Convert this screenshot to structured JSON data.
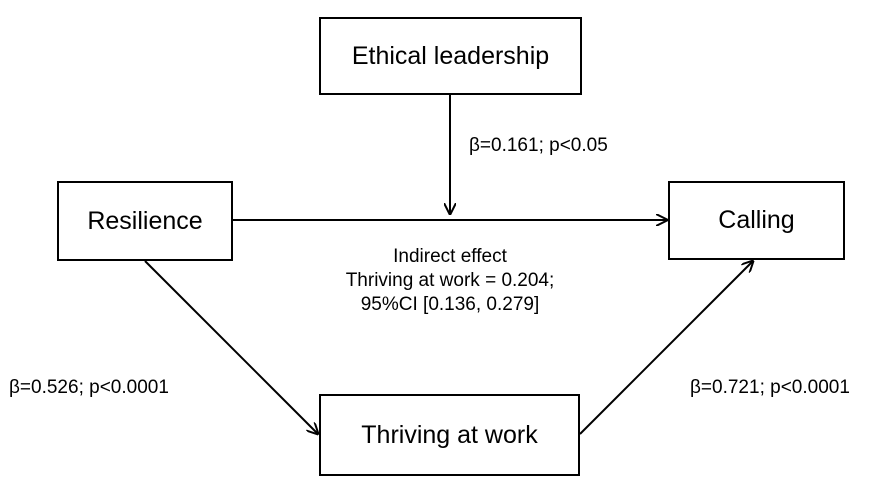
{
  "nodes": {
    "ethical_leadership": "Ethical leadership",
    "resilience": "Resilience",
    "calling": "Calling",
    "thriving_at_work": "Thriving at work"
  },
  "paths": {
    "moderation": "β=0.161; p<0.05",
    "resilience_to_thriving": "β=0.526; p<0.0001",
    "thriving_to_calling": "β=0.721; p<0.0001"
  },
  "indirect_effect": {
    "title": "Indirect effect",
    "line1": "Thriving at work = 0.204;",
    "line2": "95%CI [0.136, 0.279]"
  },
  "colors": {
    "stroke": "#000000",
    "background": "#ffffff"
  }
}
